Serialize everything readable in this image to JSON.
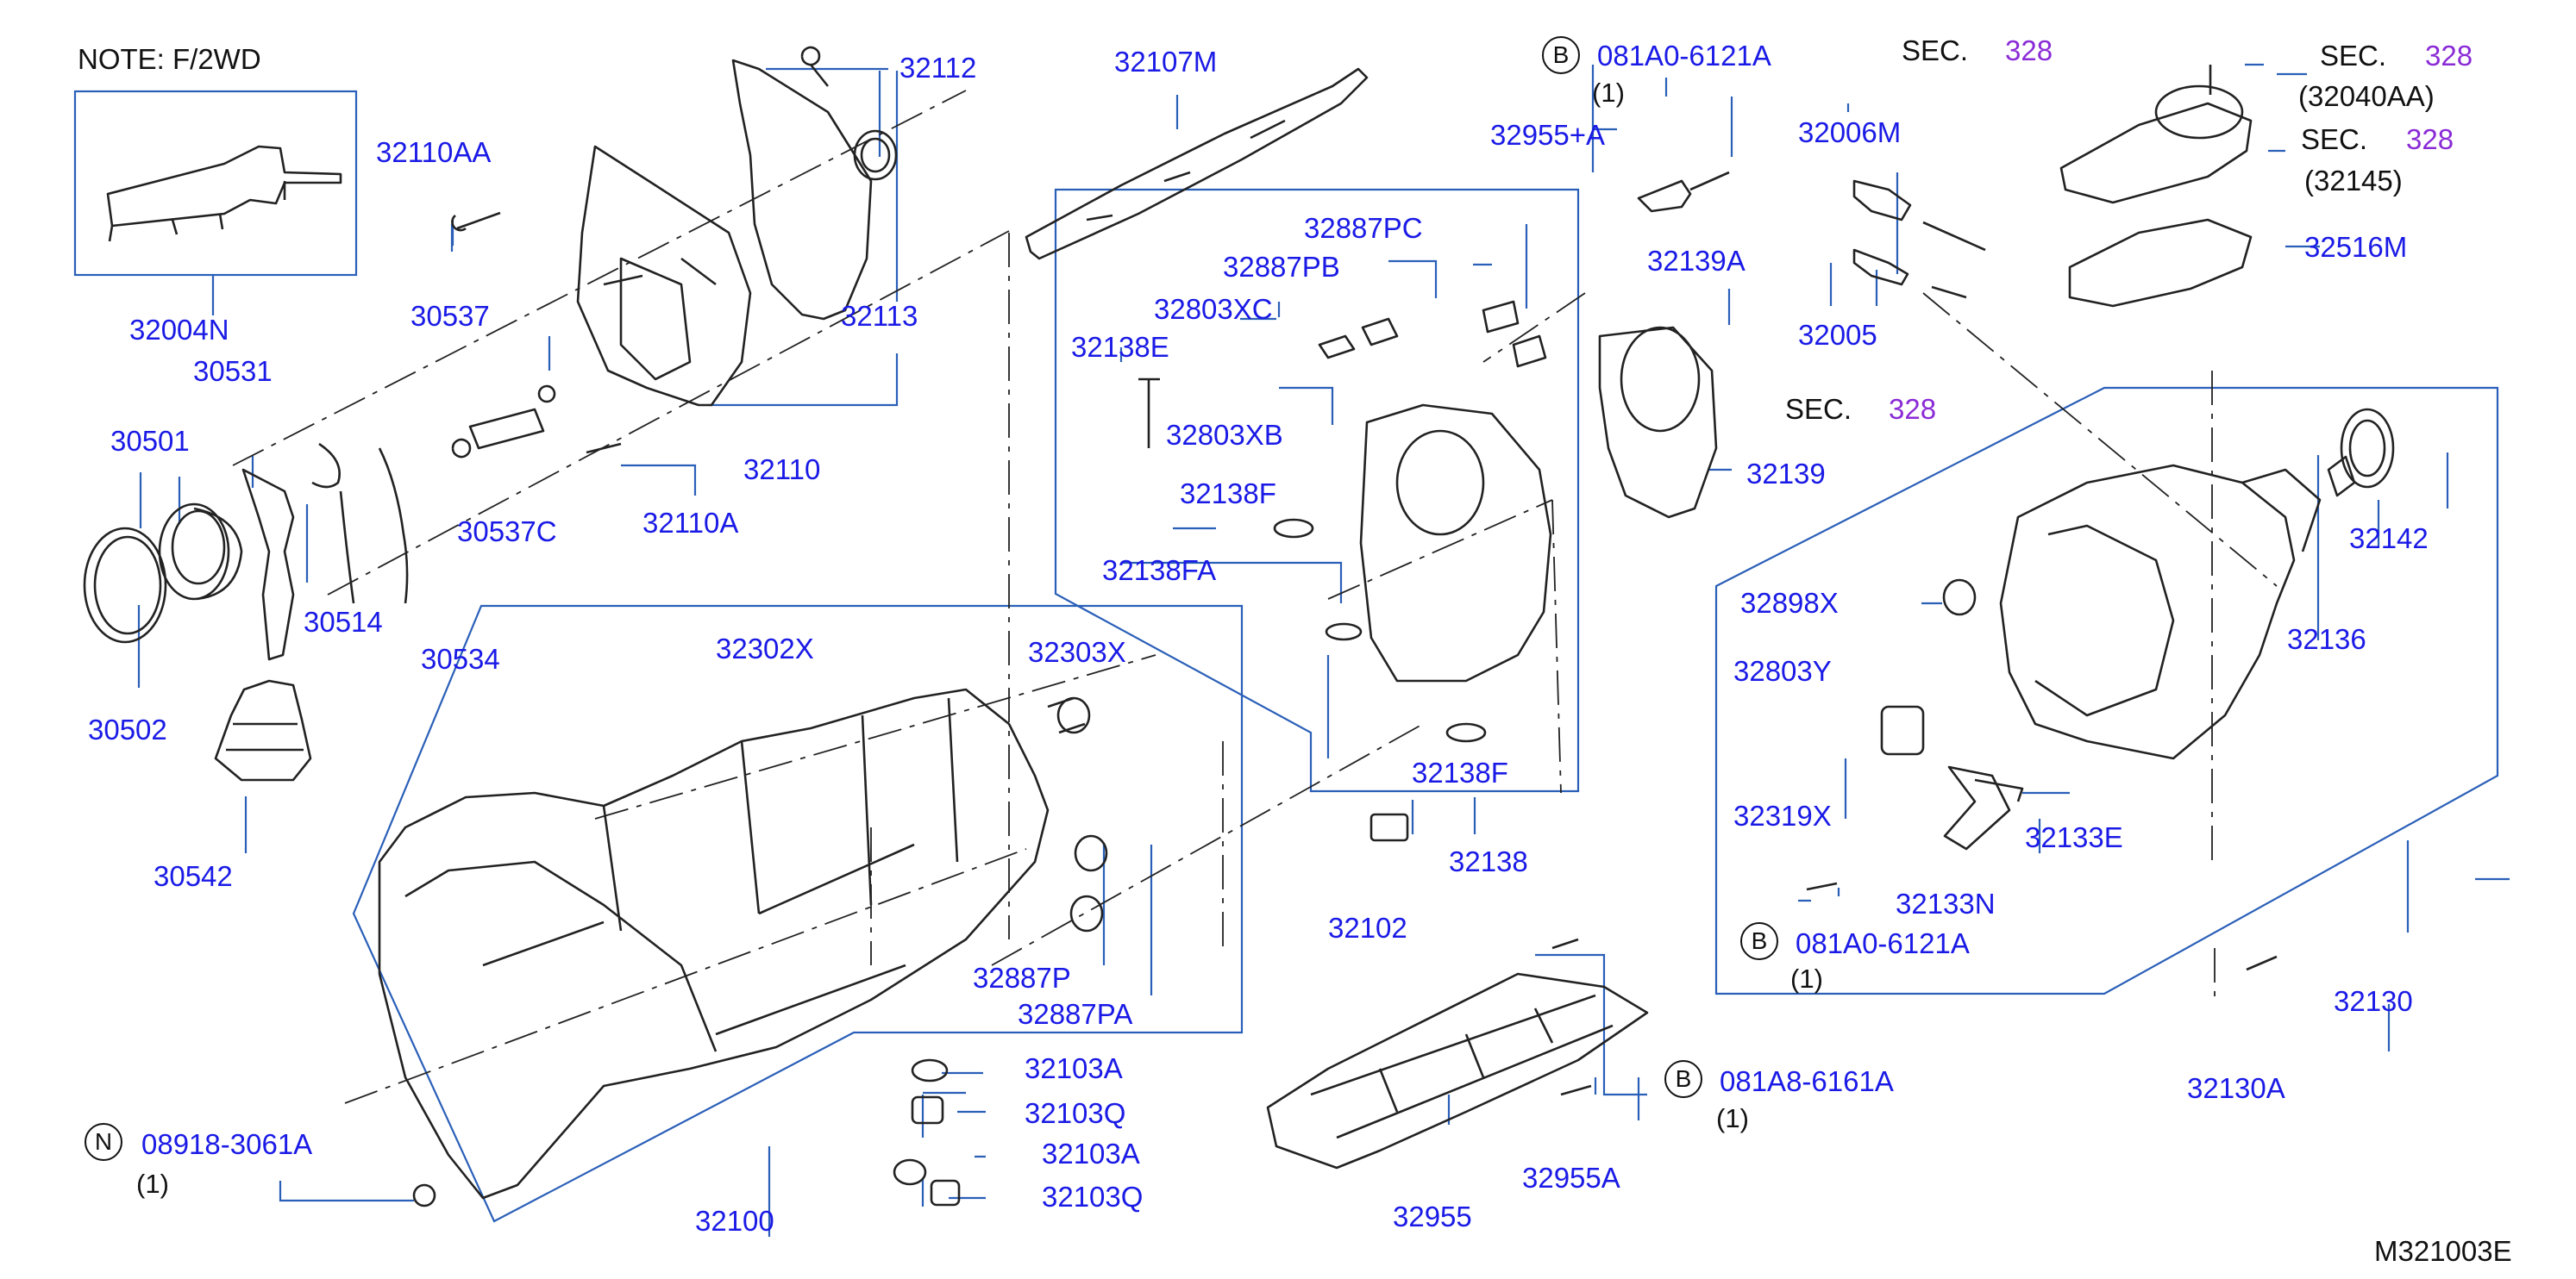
{
  "colors": {
    "part_label": "#1a1ae6",
    "section_ref": "#8a2bd6",
    "ink": "#111111",
    "callout_frame": "#2a5fb8"
  },
  "note": "NOTE:   F/2WD",
  "diagram_id": "M321003E",
  "sec_word": "SEC.",
  "sec_number": "328",
  "sec_ref_32040AA": "(32040AA)",
  "sec_ref_32145": "(32145)",
  "qty_one": "(1)",
  "symbols": {
    "bolt_b": "B",
    "nut_n": "N"
  },
  "parts": {
    "p32004N": "32004N",
    "p30531": "30531",
    "p30501": "30501",
    "p30502": "30502",
    "p30542": "30542",
    "p30514": "30514",
    "p30534": "30534",
    "p32110AA": "32110AA",
    "p30537": "30537",
    "p30537C": "30537C",
    "p32110A": "32110A",
    "p32112": "32112",
    "p32113": "32113",
    "p32110": "32110",
    "p32107M": "32107M",
    "p32302X": "32302X",
    "p32303X": "32303X",
    "p32887P": "32887P",
    "p32887PA": "32887PA",
    "p32103A_1": "32103A",
    "p32103Q_1": "32103Q",
    "p32103A_2": "32103A",
    "p32103Q_2": "32103Q",
    "p32100": "32100",
    "p08918": "08918-3061A",
    "p32887PC": "32887PC",
    "p32887PB": "32887PB",
    "p32803XC": "32803XC",
    "p32138E": "32138E",
    "p32803XB": "32803XB",
    "p32138F_1": "32138F",
    "p32138FA": "32138FA",
    "p32138F_2": "32138F",
    "p32138": "32138",
    "p32102": "32102",
    "p081A0_top": "081A0-6121A",
    "p32955A_plus": "32955+A",
    "p32139A": "32139A",
    "p32139": "32139",
    "p32006M": "32006M",
    "p32005": "32005",
    "p32516M": "32516M",
    "p32142": "32142",
    "p32898X": "32898X",
    "p32136": "32136",
    "p32803Y": "32803Y",
    "p32319X": "32319X",
    "p32133E": "32133E",
    "p32133N": "32133N",
    "p081A0_bot": "081A0-6121A",
    "p32130": "32130",
    "p32130A": "32130A",
    "p081A8": "081A8-6161A",
    "p32955A": "32955A",
    "p32955": "32955"
  }
}
